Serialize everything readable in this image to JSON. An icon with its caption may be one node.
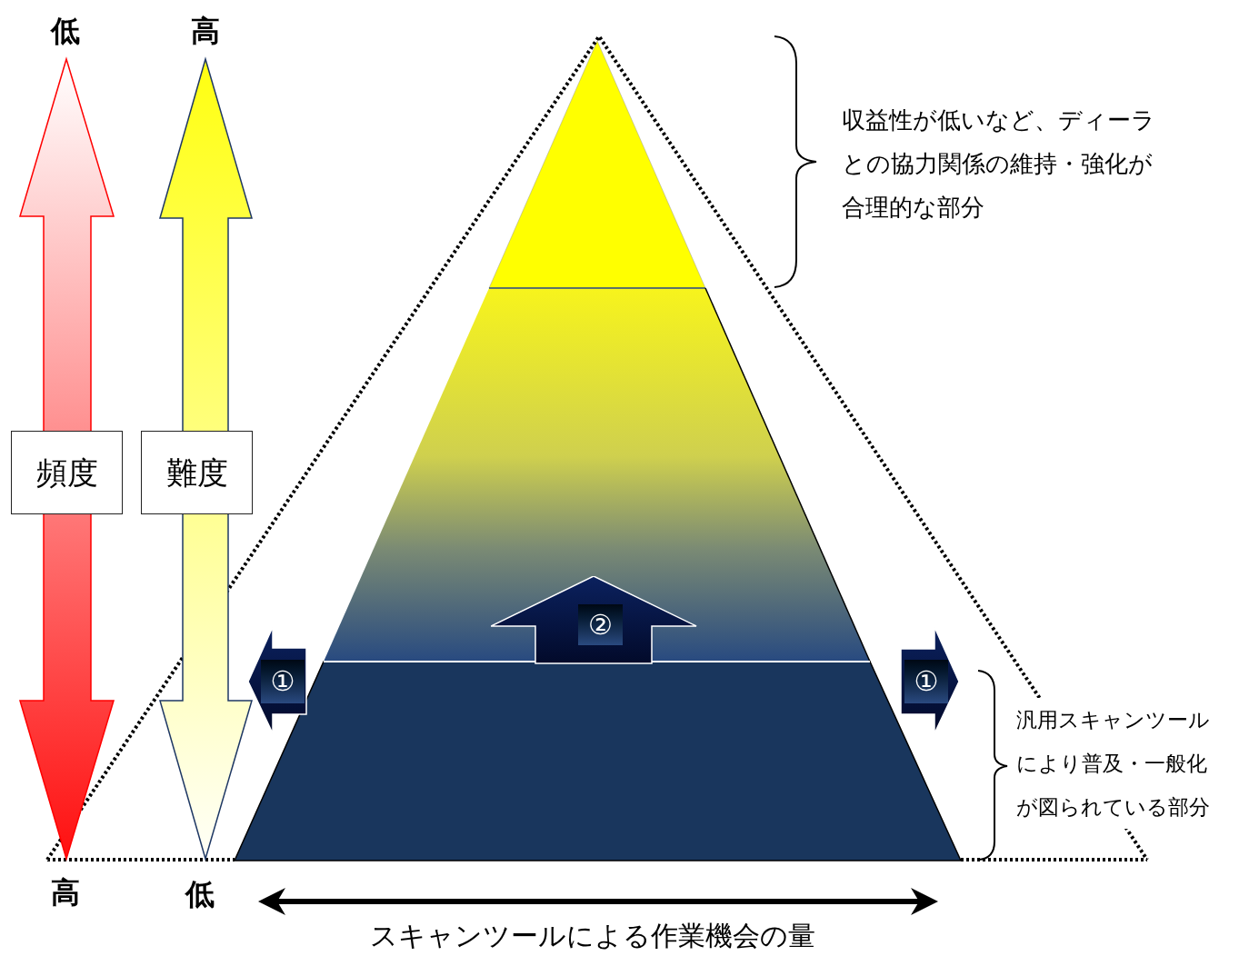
{
  "diagram": {
    "nodes": [
      {
        "text": [
          "頻度"
        ]
      },
      {
        "text": [
          "難度"
        ]
      },
      {
        "text": [
          "①"
        ]
      },
      {
        "text": [
          "②"
        ]
      },
      {
        "text": [
          "①"
        ]
      }
    ],
    "labels": [
      "低",
      "高",
      "収益性が低いなど、ディーラとの協力関係の維持・強化が合理的な部分",
      "汎用スキャンツールにより普及・一般化が図られている部分",
      "高",
      "低",
      "スキャンツールによる作業機会の量"
    ]
  }
}
